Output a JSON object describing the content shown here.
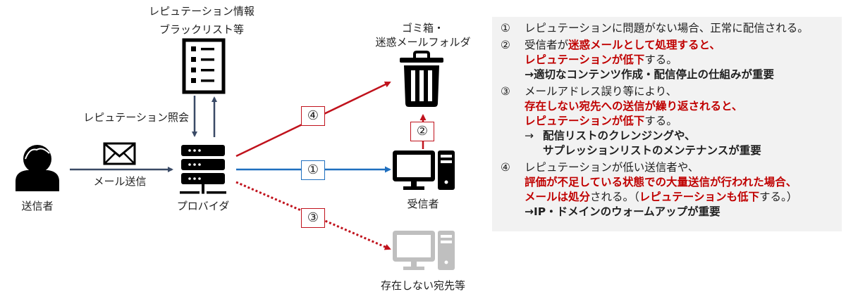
{
  "colors": {
    "red": "#c0121c",
    "blue": "#1f6fbf",
    "navy": "#3a4a66",
    "icon": "#000000",
    "icon_muted": "#bfbfbf",
    "panel_bg": "#f2f2f2",
    "highlight": "#c00000"
  },
  "diagram": {
    "sender": {
      "label": "送信者",
      "icon": "person-icon"
    },
    "send_mail": {
      "label": "メール送信",
      "icon": "envelope-icon"
    },
    "provider": {
      "label": "プロバイダ",
      "icon": "server-icon"
    },
    "reputation_db": {
      "label_line1": "レピュテーション情報",
      "label_line2": "ブラックリスト等",
      "icon": "list-document-icon"
    },
    "reputation_query": {
      "label": "レピュテーション照会"
    },
    "trash": {
      "label_line1": "ゴミ箱・",
      "label_line2": "迷惑メールフォルダ",
      "icon": "trash-icon"
    },
    "recipient": {
      "label": "受信者",
      "icon": "computer-icon"
    },
    "nonexistent": {
      "label": "存在しない宛先等",
      "icon": "computer-icon"
    },
    "steps": {
      "s1": "①",
      "s2": "②",
      "s3": "③",
      "s4": "④"
    }
  },
  "notes": [
    {
      "num": "①",
      "lines": [
        [
          {
            "t": "レピュテーションに問題がない場合、正常に配信される。",
            "s": "normal"
          }
        ]
      ]
    },
    {
      "num": "②",
      "lines": [
        [
          {
            "t": "受信者が",
            "s": "normal"
          },
          {
            "t": "迷惑メールとして処理すると、",
            "s": "hl"
          }
        ],
        [
          {
            "t": "レピュテーションが低下",
            "s": "hl"
          },
          {
            "t": "する。",
            "s": "normal"
          }
        ],
        [
          {
            "t": "→適切なコンテンツ作成・配信停止の仕組みが重要",
            "s": "bold"
          }
        ]
      ]
    },
    {
      "num": "③",
      "lines": [
        [
          {
            "t": "メールアドレス誤り等により、",
            "s": "normal"
          }
        ],
        [
          {
            "t": "存在しない宛先への送信が繰り返されると、",
            "s": "hl"
          }
        ],
        [
          {
            "t": "レピュテーションが低下",
            "s": "hl"
          },
          {
            "t": "する。",
            "s": "normal"
          }
        ],
        [
          {
            "t": "→",
            "s": "arrow"
          },
          {
            "t": "配信リストのクレンジングや、",
            "s": "bold"
          }
        ],
        [
          {
            "t": "",
            "s": "indent"
          },
          {
            "t": "サプレッションリストのメンテナンスが重要",
            "s": "bold"
          }
        ]
      ]
    },
    {
      "num": "④",
      "lines": [
        [
          {
            "t": "レピュテーションが低い送信者や、",
            "s": "normal"
          }
        ],
        [
          {
            "t": "評価が不足している状態での大量送信が行われた場合、",
            "s": "hl"
          }
        ],
        [
          {
            "t": "メールは処分",
            "s": "hl"
          },
          {
            "t": "される。（",
            "s": "normal"
          },
          {
            "t": "レピュテーションも低下",
            "s": "hl"
          },
          {
            "t": "する。）",
            "s": "normal"
          }
        ],
        [
          {
            "t": "→IP・ドメインのウォームアップが重要",
            "s": "bold"
          }
        ]
      ]
    }
  ]
}
